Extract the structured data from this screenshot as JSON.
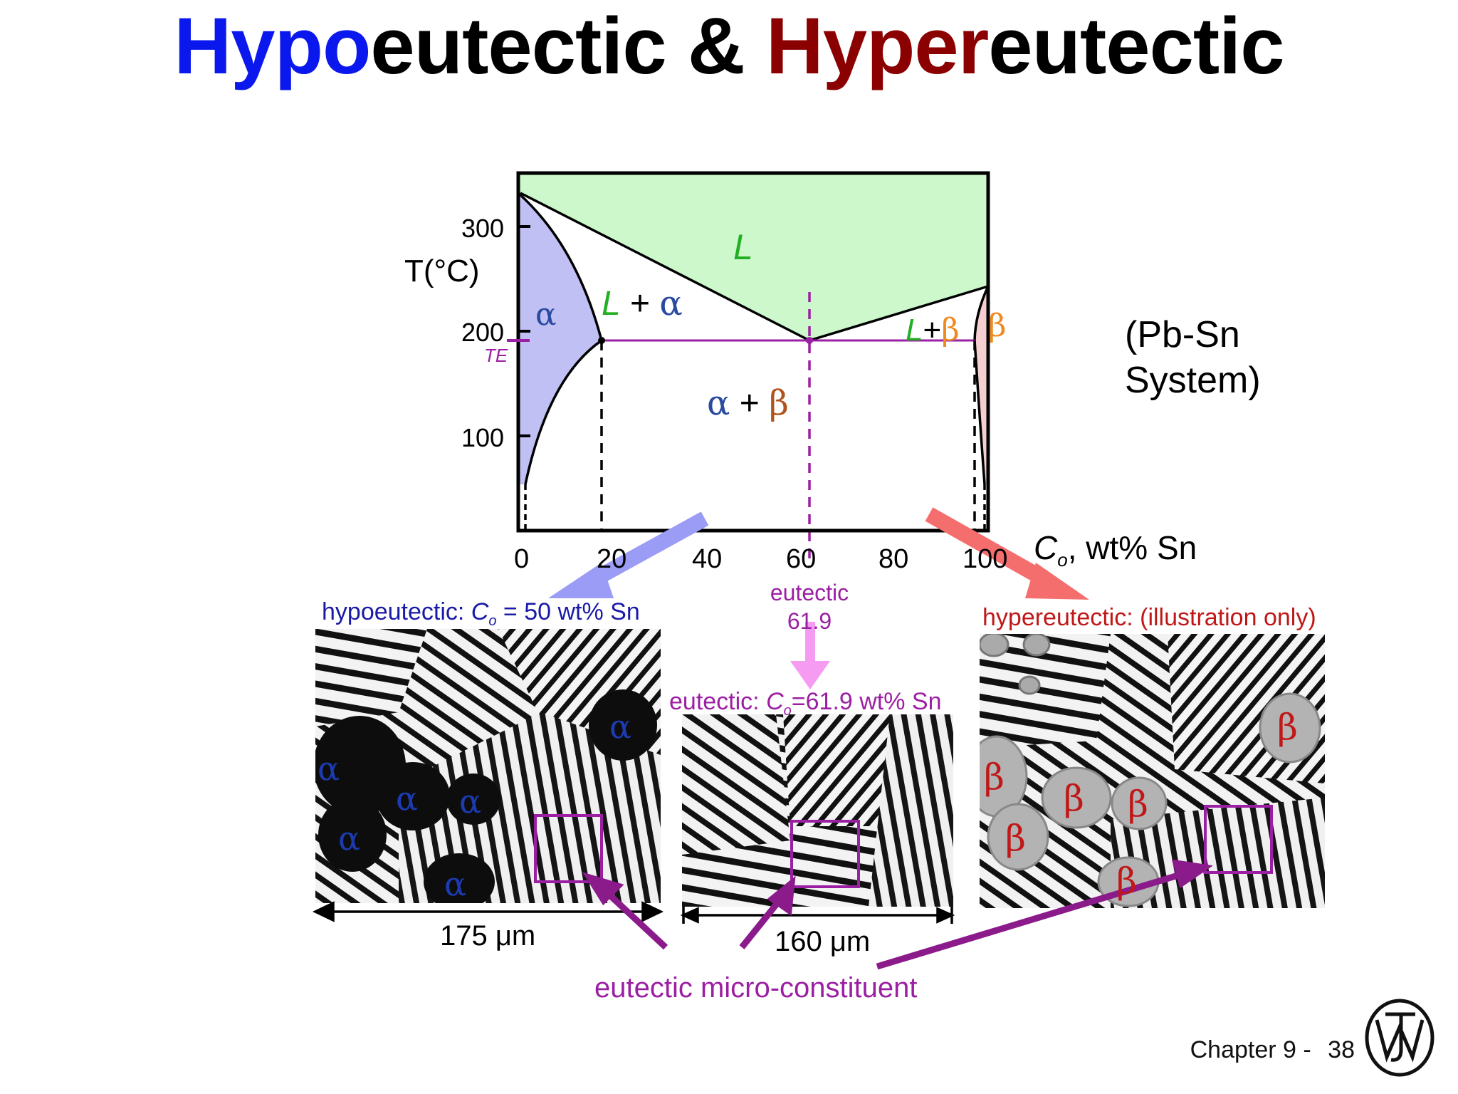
{
  "title": {
    "part1": "Hypo",
    "part2": "eutectic & ",
    "part3": "Hyper",
    "part4": "eutectic"
  },
  "colors": {
    "hypo": "#0a18ee",
    "hyper": "#8b0000",
    "liquid": "#ccf8cc",
    "alpha": "#c0c0f5",
    "beta": "#f5cfcf",
    "eutectic": "#9b1fa3",
    "alpha_text": "#2a4aa0",
    "beta_text": "#b0541e",
    "L_text": "#22b022",
    "beta_orange": "#f08a20"
  },
  "chart_data": {
    "type": "phase-diagram",
    "system": "(Pb-Sn System)",
    "ylabel": "T(°C)",
    "xlabel": "Co, wt% Sn",
    "xlim": [
      0,
      100
    ],
    "ylim": [
      0,
      345
    ],
    "y_ticks": [
      "300",
      "200",
      "100"
    ],
    "x_ticks": [
      "0",
      "20",
      "40",
      "60",
      "80",
      "100"
    ],
    "eutectic_temperature_label": "TE",
    "eutectic_temperature": 183,
    "eutectic_composition": 61.9,
    "alpha_max_solubility": 18.3,
    "beta_min": 97.8,
    "melting_Pb": 327,
    "melting_Sn": 232,
    "regions": {
      "liquid": "L",
      "alpha": "α",
      "beta": "β",
      "L_plus_alpha": "L + α",
      "L_plus_beta": "L+β",
      "alpha_plus_beta": "α + β"
    }
  },
  "labels": {
    "system_line1": "(Pb-Sn",
    "system_line2": "System)",
    "T_axis": "T(°C)",
    "Co_axis_C": "C",
    "Co_axis_sub": "o",
    "Co_axis_rest": ", wt% Sn",
    "eutectic_marker_line1": "eutectic",
    "eutectic_marker_line2": "61.9",
    "hypo_caption_prefix": "hypoeutectic:  ",
    "hypo_caption_C": "C",
    "hypo_caption_sub": "o",
    "hypo_caption_rest": " = 50 wt% Sn",
    "eut_caption_prefix": "eutectic:  ",
    "eut_caption_C": "C",
    "eut_caption_sub": "o",
    "eut_caption_rest": "=61.9 wt% Sn",
    "hyper_caption": "hypereutectic: (illustration only)",
    "scale_left": "175 μm",
    "scale_mid": "160 μm",
    "micro_constituent": "eutectic micro-constituent",
    "alpha": "α",
    "beta": "β"
  },
  "footer": {
    "chapter": "Chapter 9 -",
    "page": "38"
  }
}
